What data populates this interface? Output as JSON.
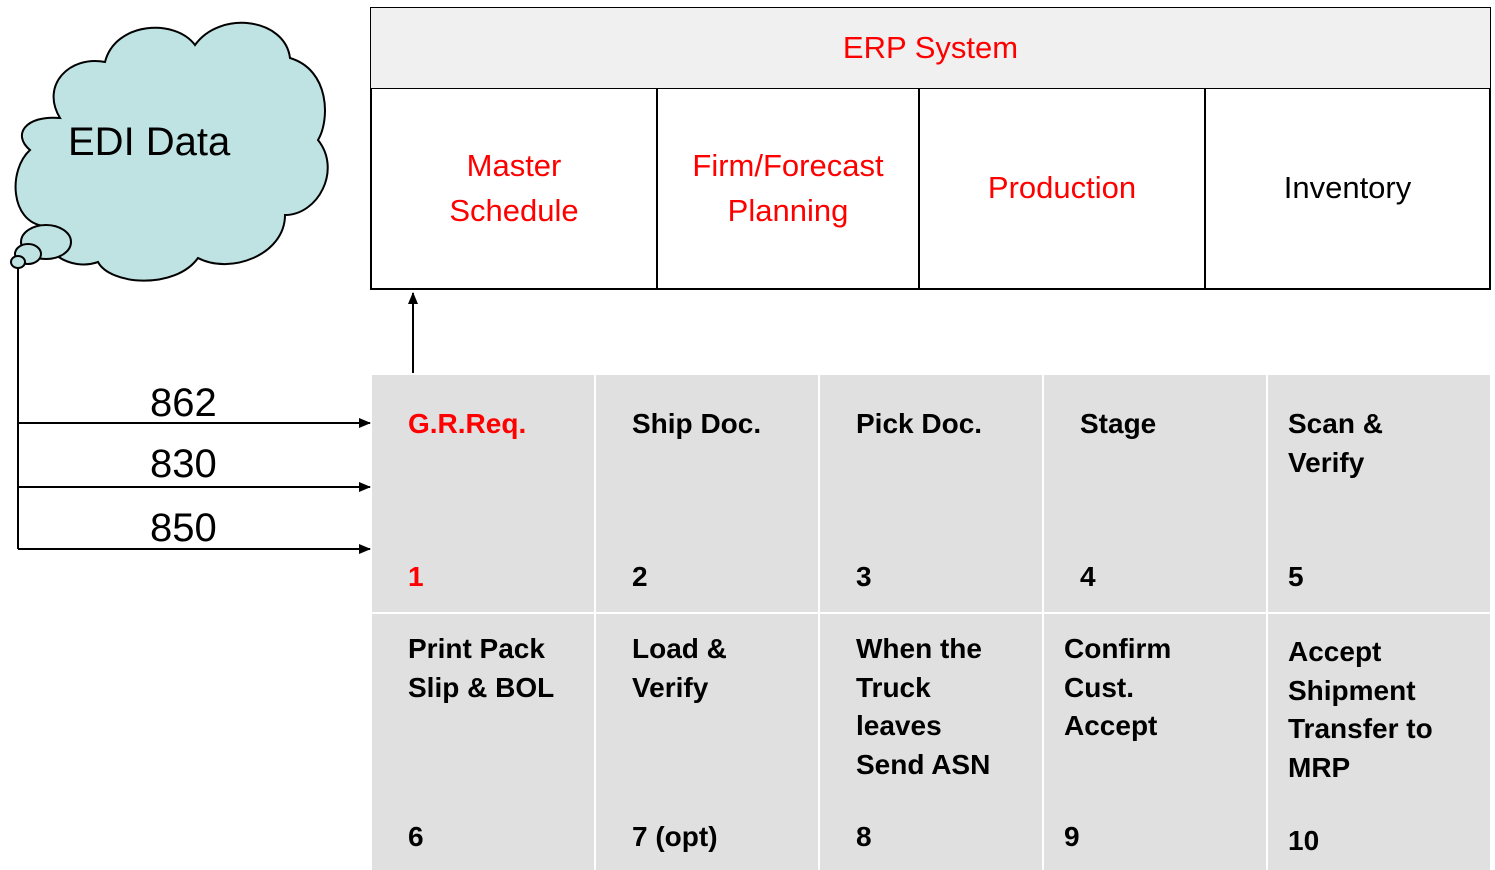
{
  "edi_cloud": {
    "label": "EDI Data"
  },
  "messages": [
    "862",
    "830",
    "850"
  ],
  "erp": {
    "title": "ERP System",
    "modules": [
      {
        "label": "Master\nSchedule",
        "color": "#ff0000"
      },
      {
        "label": "Firm/Forecast\nPlanning",
        "color": "#ff0000"
      },
      {
        "label": "Production",
        "color": "#ff0000"
      },
      {
        "label": "Inventory",
        "color": "#000000"
      }
    ]
  },
  "steps": [
    {
      "label": "G.R.Req.",
      "number": "1",
      "highlight": true
    },
    {
      "label": "Ship Doc.",
      "number": "2"
    },
    {
      "label": "Pick Doc.",
      "number": "3"
    },
    {
      "label": "Stage",
      "number": "4"
    },
    {
      "label": "Scan &\nVerify",
      "number": "5"
    },
    {
      "label": "Print Pack\nSlip & BOL",
      "number": "6"
    },
    {
      "label": "Load &\nVerify",
      "number": "7 (opt)"
    },
    {
      "label": "When the\nTruck\nleaves\nSend ASN",
      "number": "8"
    },
    {
      "label": "Confirm\nCust.\nAccept",
      "number": "9"
    },
    {
      "label": "Accept\nShipment\nTransfer to\nMRP",
      "number": "10"
    }
  ],
  "colors": {
    "cloud_fill": "#bfe3e3",
    "grid_fill": "#e0e0e0",
    "accent_red": "#ff0000"
  }
}
